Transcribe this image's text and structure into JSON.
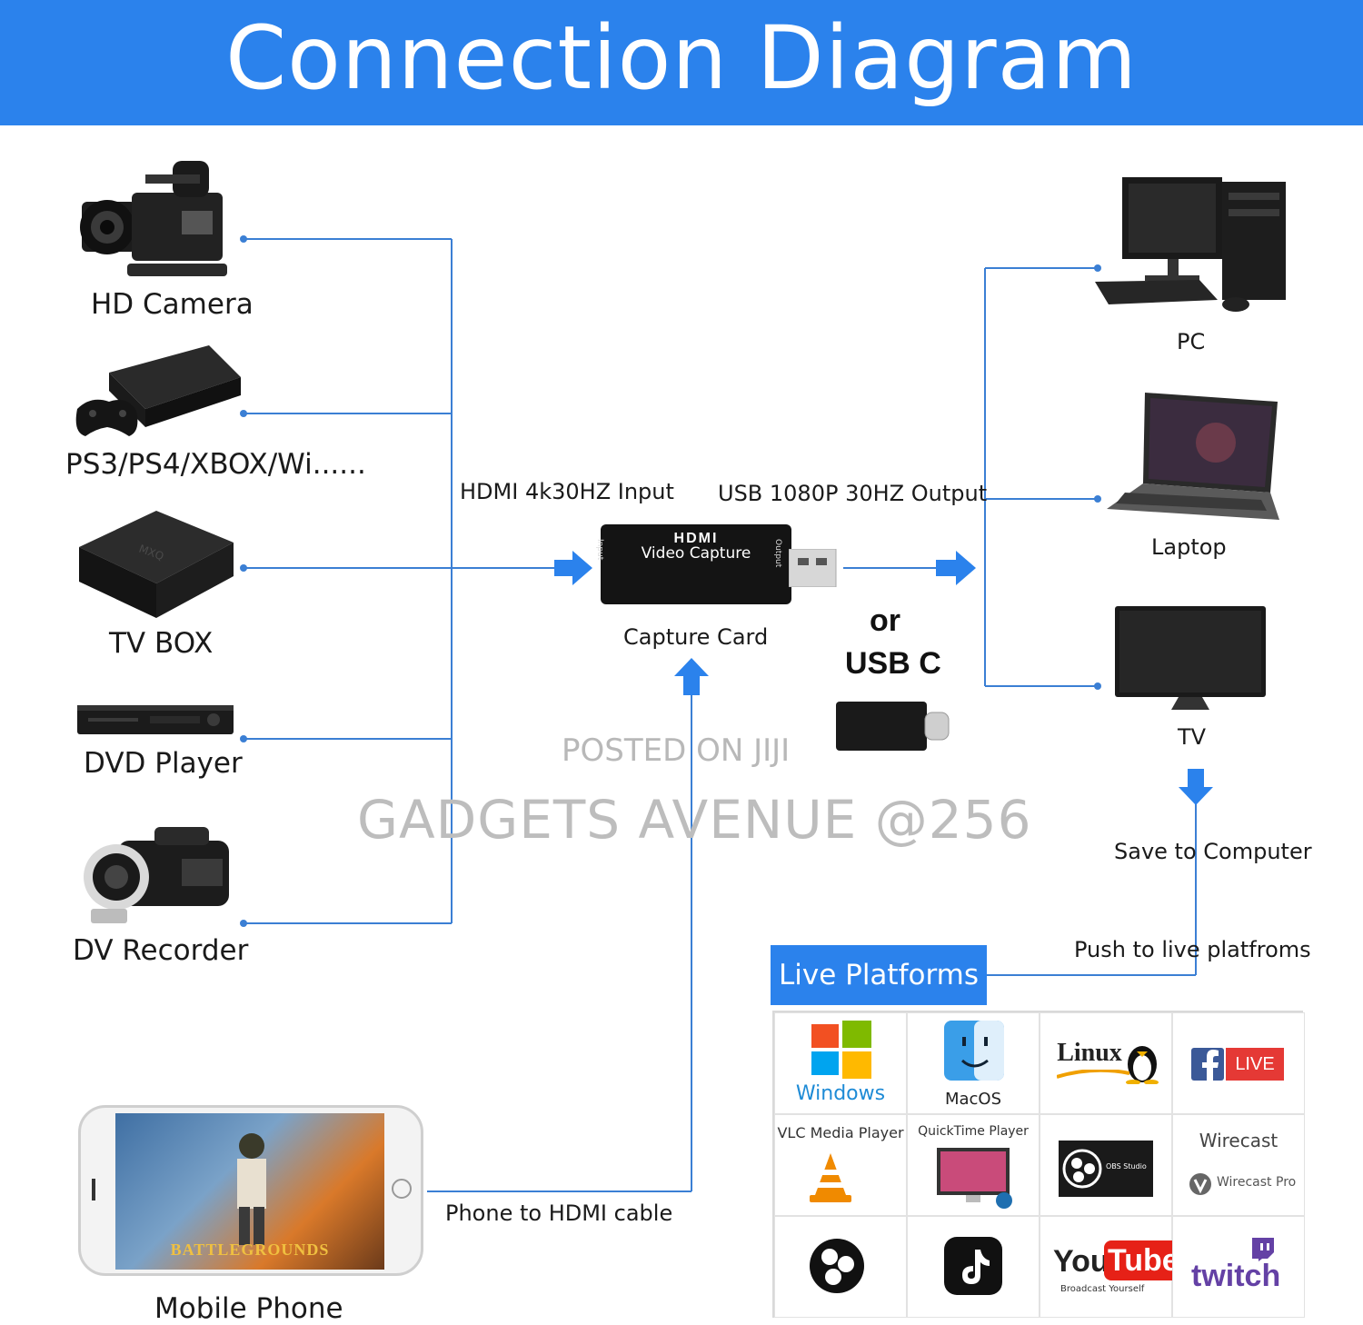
{
  "header": {
    "title": "Connection Diagram"
  },
  "inputs": [
    {
      "label": "HD Camera",
      "icon": "hd-camera-icon"
    },
    {
      "label": "PS3/PS4/XBOX/Wi......",
      "icon": "game-console-icon"
    },
    {
      "label": "TV BOX",
      "icon": "tv-box-icon"
    },
    {
      "label": "DVD Player",
      "icon": "dvd-player-icon"
    },
    {
      "label": "DV Recorder",
      "icon": "camcorder-icon"
    }
  ],
  "capture": {
    "input_label": "HDMI 4k30HZ Input",
    "output_label": "USB 1080P 30HZ Output",
    "device_label": "Capture Card",
    "device_brand": "HDMI",
    "device_text": "Video Capture",
    "port_in": "Input",
    "port_out": "Output",
    "or_label": "or",
    "usbc_label": "USB C"
  },
  "outputs": [
    {
      "label": "PC",
      "icon": "desktop-pc-icon"
    },
    {
      "label": "Laptop",
      "icon": "laptop-icon"
    },
    {
      "label": "TV",
      "icon": "tv-icon"
    }
  ],
  "flows": {
    "save": "Save to Computer",
    "push": "Push to live platfroms",
    "phone_cable": "Phone to HDMI cable"
  },
  "phone": {
    "label": "Mobile Phone",
    "game_text": "BATTLEGROUNDS"
  },
  "watermarks": {
    "line1": "POSTED ON JIJI",
    "line2": "GADGETS AVENUE @256"
  },
  "live": {
    "title": "Live Platforms",
    "cells": {
      "windows": "Windows",
      "macos": "MacOS",
      "linux": "Linux",
      "facebook_live": "LIVE",
      "vlc": "VLC Media Player",
      "quicktime": "QuickTime Player",
      "obs_text": "OBS Studio",
      "wirecast": "Wirecast",
      "wirecast_pro": "Wirecast Pro",
      "youtube_you": "You",
      "youtube_tube": "Tube",
      "youtube_tag": "Broadcast Yourself",
      "twitch": "twitch"
    }
  },
  "colors": {
    "accent": "#2b82ec",
    "line": "#3b7fd4",
    "arrow": "#2b82ec"
  }
}
